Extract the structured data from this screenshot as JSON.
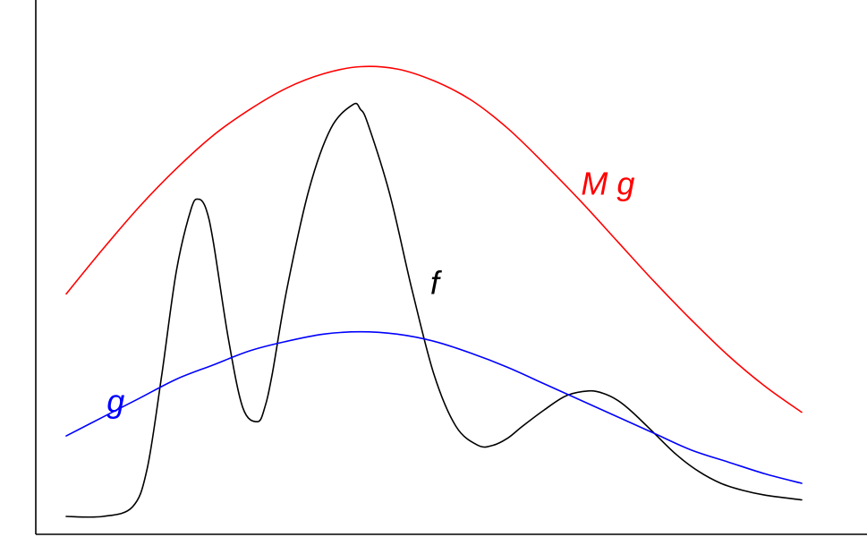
{
  "chart_data": {
    "type": "line",
    "title": "",
    "xlabel": "",
    "ylabel": "",
    "grid": false,
    "xlim": [
      0,
      10
    ],
    "ylim": [
      0,
      10
    ],
    "series": [
      {
        "name": "M g",
        "color": "#ff0000",
        "x": [
          0,
          0.5,
          1,
          1.5,
          2,
          2.5,
          3,
          3.5,
          4,
          4.5,
          5,
          5.5,
          6,
          6.5,
          7,
          7.5,
          8,
          8.5,
          9,
          9.5,
          10
        ],
        "y": [
          4.7,
          5.65,
          6.55,
          7.35,
          8.05,
          8.6,
          9.05,
          9.35,
          9.5,
          9.45,
          9.2,
          8.8,
          8.2,
          7.45,
          6.65,
          5.8,
          4.95,
          4.15,
          3.4,
          2.75,
          2.2
        ]
      },
      {
        "name": "f",
        "color": "#000000",
        "x": [
          0,
          0.5,
          0.9,
          1.1,
          1.3,
          1.5,
          1.7,
          1.8,
          1.9,
          2.0,
          2.2,
          2.4,
          2.6,
          2.7,
          2.8,
          3.0,
          3.3,
          3.6,
          3.9,
          4.0,
          4.1,
          4.4,
          4.7,
          5.0,
          5.3,
          5.6,
          5.8,
          6.0,
          6.2,
          6.5,
          6.8,
          7.1,
          7.3,
          7.5,
          7.7,
          8.0,
          8.3,
          8.6,
          8.9,
          9.2,
          9.5,
          10.0
        ],
        "y": [
          0,
          0,
          0.2,
          1.0,
          3.0,
          5.2,
          6.5,
          6.7,
          6.5,
          5.8,
          3.8,
          2.3,
          2.0,
          2.3,
          3.0,
          4.8,
          6.9,
          8.2,
          8.7,
          8.6,
          8.3,
          6.8,
          4.8,
          3.0,
          1.9,
          1.5,
          1.5,
          1.65,
          1.9,
          2.25,
          2.55,
          2.65,
          2.6,
          2.45,
          2.2,
          1.75,
          1.3,
          0.95,
          0.7,
          0.55,
          0.45,
          0.35
        ]
      },
      {
        "name": "g",
        "color": "#0000ff",
        "x": [
          0,
          0.5,
          1,
          1.5,
          2,
          2.5,
          3,
          3.5,
          4,
          4.5,
          5,
          5.5,
          6,
          6.5,
          7,
          7.5,
          8,
          8.5,
          9,
          9.5,
          10
        ],
        "y": [
          1.7,
          2.1,
          2.5,
          2.9,
          3.2,
          3.5,
          3.7,
          3.85,
          3.9,
          3.85,
          3.7,
          3.45,
          3.15,
          2.8,
          2.45,
          2.1,
          1.75,
          1.4,
          1.15,
          0.9,
          0.7
        ]
      }
    ],
    "annotations": [
      {
        "text": "M g",
        "color": "#ff0000",
        "x": 7.0,
        "y": 6.8
      },
      {
        "text": "f",
        "color": "#000000",
        "x": 4.95,
        "y": 4.7
      },
      {
        "text": "g",
        "color": "#0000ff",
        "x": 0.55,
        "y": 2.2
      }
    ]
  }
}
